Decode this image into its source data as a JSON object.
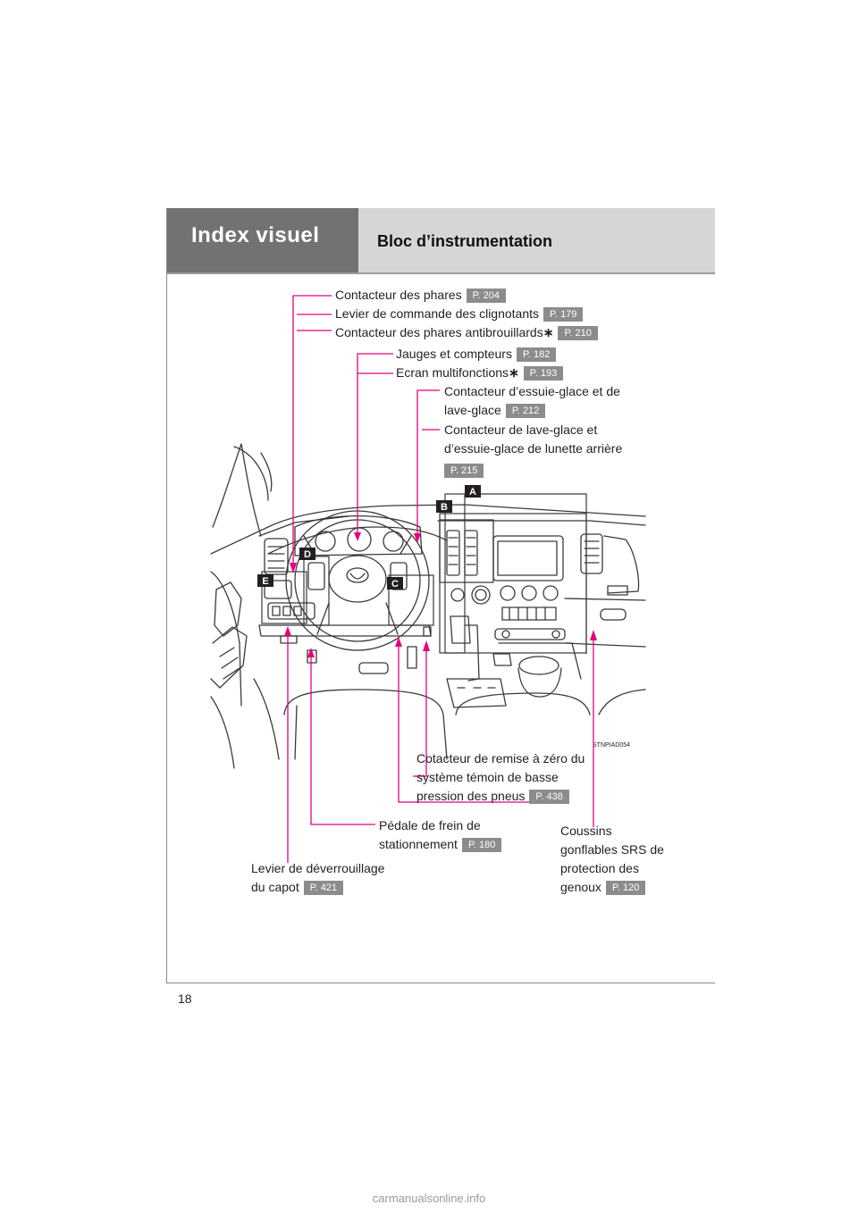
{
  "header": {
    "title": "Index visuel",
    "subtitle": "Bloc d’instrumentation"
  },
  "page_number": "18",
  "callouts": {
    "headlight_switch": {
      "text": "Contacteur des phares",
      "ref": "P. 204"
    },
    "turn_signal_lever": {
      "text": "Levier de commande des clignotants",
      "ref": "P. 179"
    },
    "fog_light_switch": {
      "text": "Contacteur des phares antibrouillards",
      "asterisk": "∗",
      "ref": "P. 210"
    },
    "gauges": {
      "text": "Jauges et compteurs",
      "ref": "P. 182"
    },
    "multi_display": {
      "text": "Ecran multifonctions",
      "asterisk": "∗",
      "ref": "P. 193"
    },
    "wiper_switch": {
      "line1": "Contacteur d’essuie-glace et de",
      "line2": "lave-glace",
      "ref": "P. 212"
    },
    "rear_wiper_switch": {
      "line1": "Contacteur de lave-glace et",
      "line2": "d’essuie-glace de lunette arrière",
      "ref": "P. 215"
    },
    "tpms_reset": {
      "line1": "Cotacteur de remise à zéro du",
      "line2": "système témoin de basse",
      "line3": "pression des pneus",
      "ref": "P. 438"
    },
    "parking_brake": {
      "line1": "Pédale de frein de",
      "line2": "stationnement",
      "ref": "P. 180"
    },
    "hood_release": {
      "line1": "Levier de déverrouillage",
      "line2": "du capot",
      "ref": "P. 421"
    },
    "knee_airbags": {
      "line1": "Coussins",
      "line2": "gonflables SRS de",
      "line3": "protection des",
      "line4": "genoux",
      "ref": "P. 120"
    }
  },
  "illustration": {
    "code": "STNPIAD054",
    "markers": [
      "A",
      "B",
      "C",
      "D",
      "E"
    ]
  },
  "watermark": "carmanualsonline.info",
  "colors": {
    "leader": "#e5007e",
    "header_dark": "#727272",
    "header_light": "#d6d6d6",
    "ref_badge": "#8c8c8c"
  }
}
